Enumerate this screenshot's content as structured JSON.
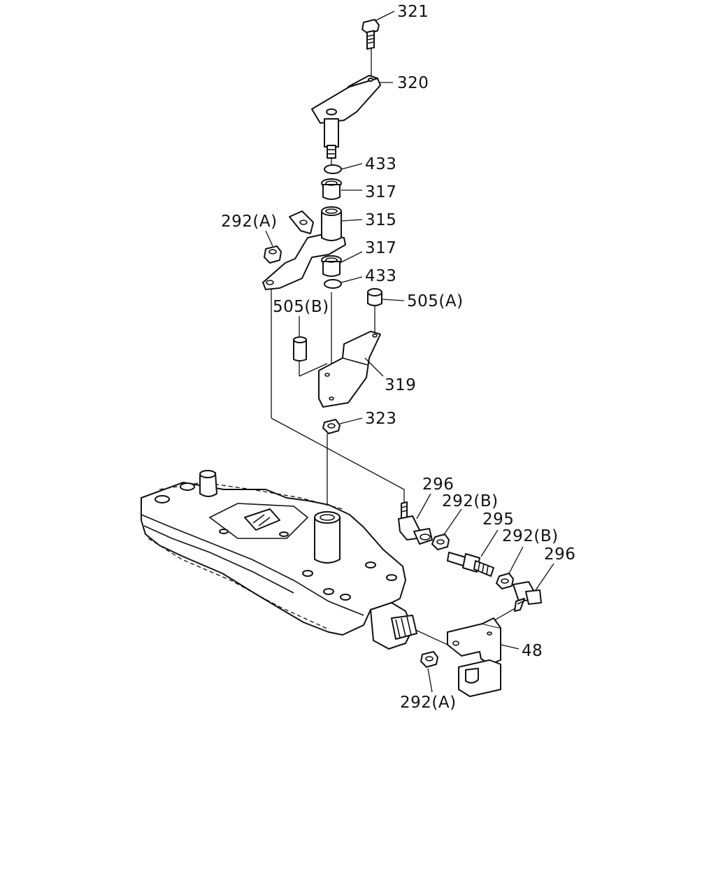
{
  "diagram": {
    "callouts": {
      "c321": "321",
      "c320": "320",
      "c433a": "433",
      "c317a": "317",
      "c315": "315",
      "c292a_top": "292(A)",
      "c317b": "317",
      "c433b": "433",
      "c505a": "505(A)",
      "c505b": "505(B)",
      "c319": "319",
      "c323": "323",
      "c296a": "296",
      "c292b_a": "292(B)",
      "c295": "295",
      "c292b_b": "292(B)",
      "c296b": "296",
      "c48": "48",
      "c292a_bottom": "292(A)"
    }
  }
}
